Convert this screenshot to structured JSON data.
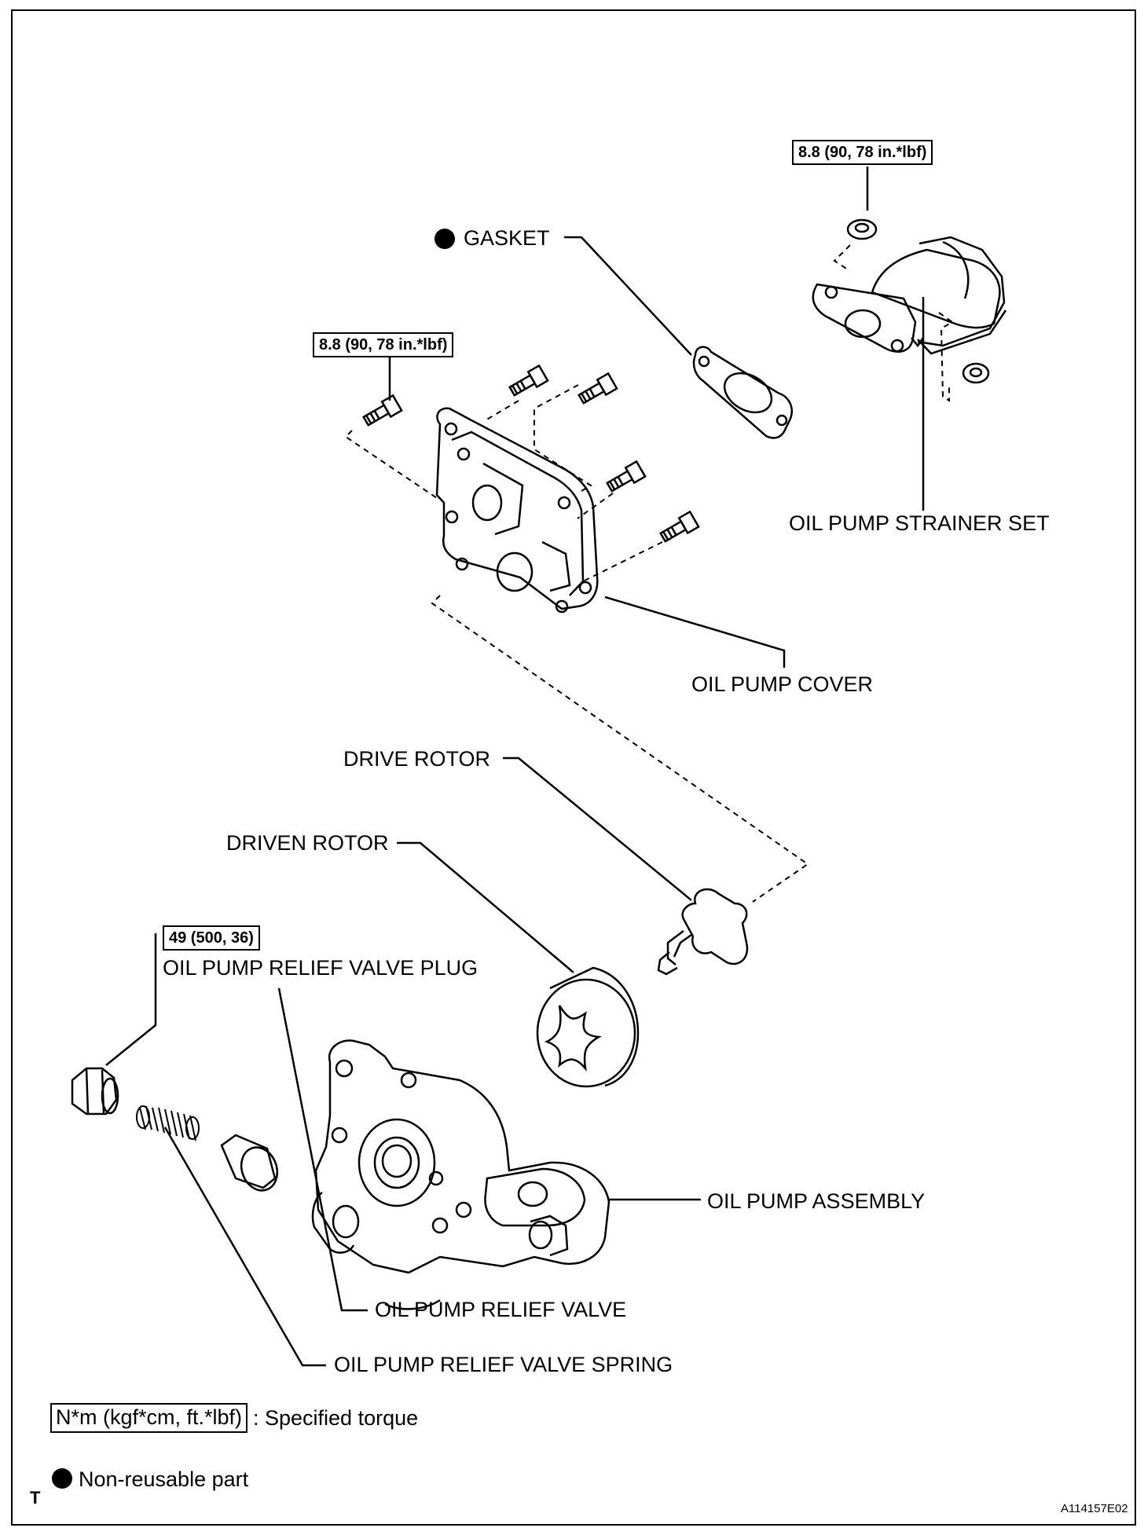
{
  "torque_labels": {
    "strainer_nut": "8.8 (90, 78 in.*lbf)",
    "cover_bolt": "8.8 (90, 78 in.*lbf)",
    "relief_plug": "49 (500, 36)"
  },
  "parts": {
    "gasket": "GASKET",
    "strainer": "OIL PUMP STRAINER SET",
    "cover": "OIL PUMP COVER",
    "drive_rotor": "DRIVE ROTOR",
    "driven_rotor": "DRIVEN ROTOR",
    "relief_plug": "OIL PUMP RELIEF VALVE PLUG",
    "assembly": "OIL PUMP ASSEMBLY",
    "relief_valve": "OIL PUMP RELIEF VALVE",
    "relief_spring": "OIL PUMP RELIEF VALVE SPRING"
  },
  "legend": {
    "torque_unit": "N*m (kgf*cm, ft.*lbf)",
    "torque_desc": ": Specified torque",
    "nonreusable_desc": "Non-reusable part"
  },
  "corner_mark": "T",
  "figure_id": "A114157E02"
}
